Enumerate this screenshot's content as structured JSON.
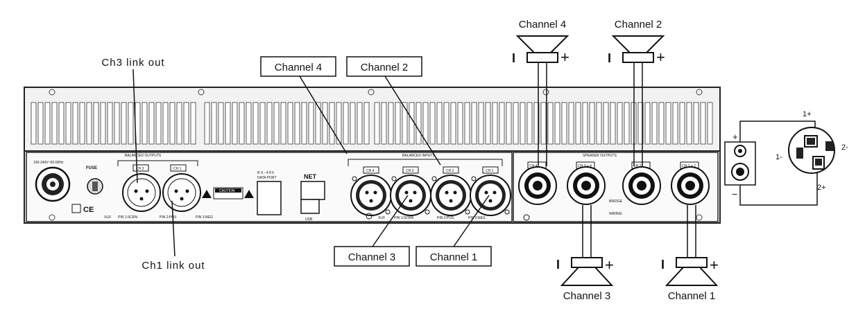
{
  "callouts": {
    "ch3_link_out": "Ch3 link out",
    "ch1_link_out": "Ch1 link out",
    "input_ch4": "Channel 4",
    "input_ch2": "Channel 2",
    "input_ch3": "Channel 3",
    "input_ch1": "Channel 1",
    "speaker_ch4": "Channel 4",
    "speaker_ch2": "Channel 2",
    "speaker_ch3": "Channel 3",
    "speaker_ch1": "Channel 1"
  },
  "panel": {
    "power_rating": "100-240V~50-60Hz",
    "fuse": "FUSE",
    "balanced_outputs": "BALANCED OUTPUTS",
    "balanced_inputs": "BALANCED INPUTS",
    "speaker_outputs": "SPEAKER OUTPUTS",
    "caution": "CAUTION",
    "rs485": "R S - 4 8 5",
    "data_port": "DATA PORT",
    "net": "NET",
    "usb": "USB",
    "xlr": "XLR",
    "pin1": "PIN 1:SCRN",
    "pin2": "PIN 2:POS",
    "pin3": "PIN 3:NEG",
    "ce": "CE",
    "wiring": "WIRING",
    "bridge": "BRIDGE",
    "out_labels": [
      "CH 1",
      "CH 3"
    ],
    "in_labels": [
      "CH 4",
      "CH 3",
      "CH 2",
      "CH 1"
    ],
    "spk_labels": [
      "CH 4",
      "CH 3 + 4",
      "CH 2",
      "CH 1 + 2"
    ]
  },
  "pin_diagram": {
    "plus_top": "+",
    "minus_bottom": "−",
    "pin1_plus": "1+",
    "pin1_minus": "1-",
    "pin2_plus": "2+",
    "pin2_minus": "2-"
  },
  "speaker_polarity": {
    "minus": "I",
    "plus": "+"
  }
}
